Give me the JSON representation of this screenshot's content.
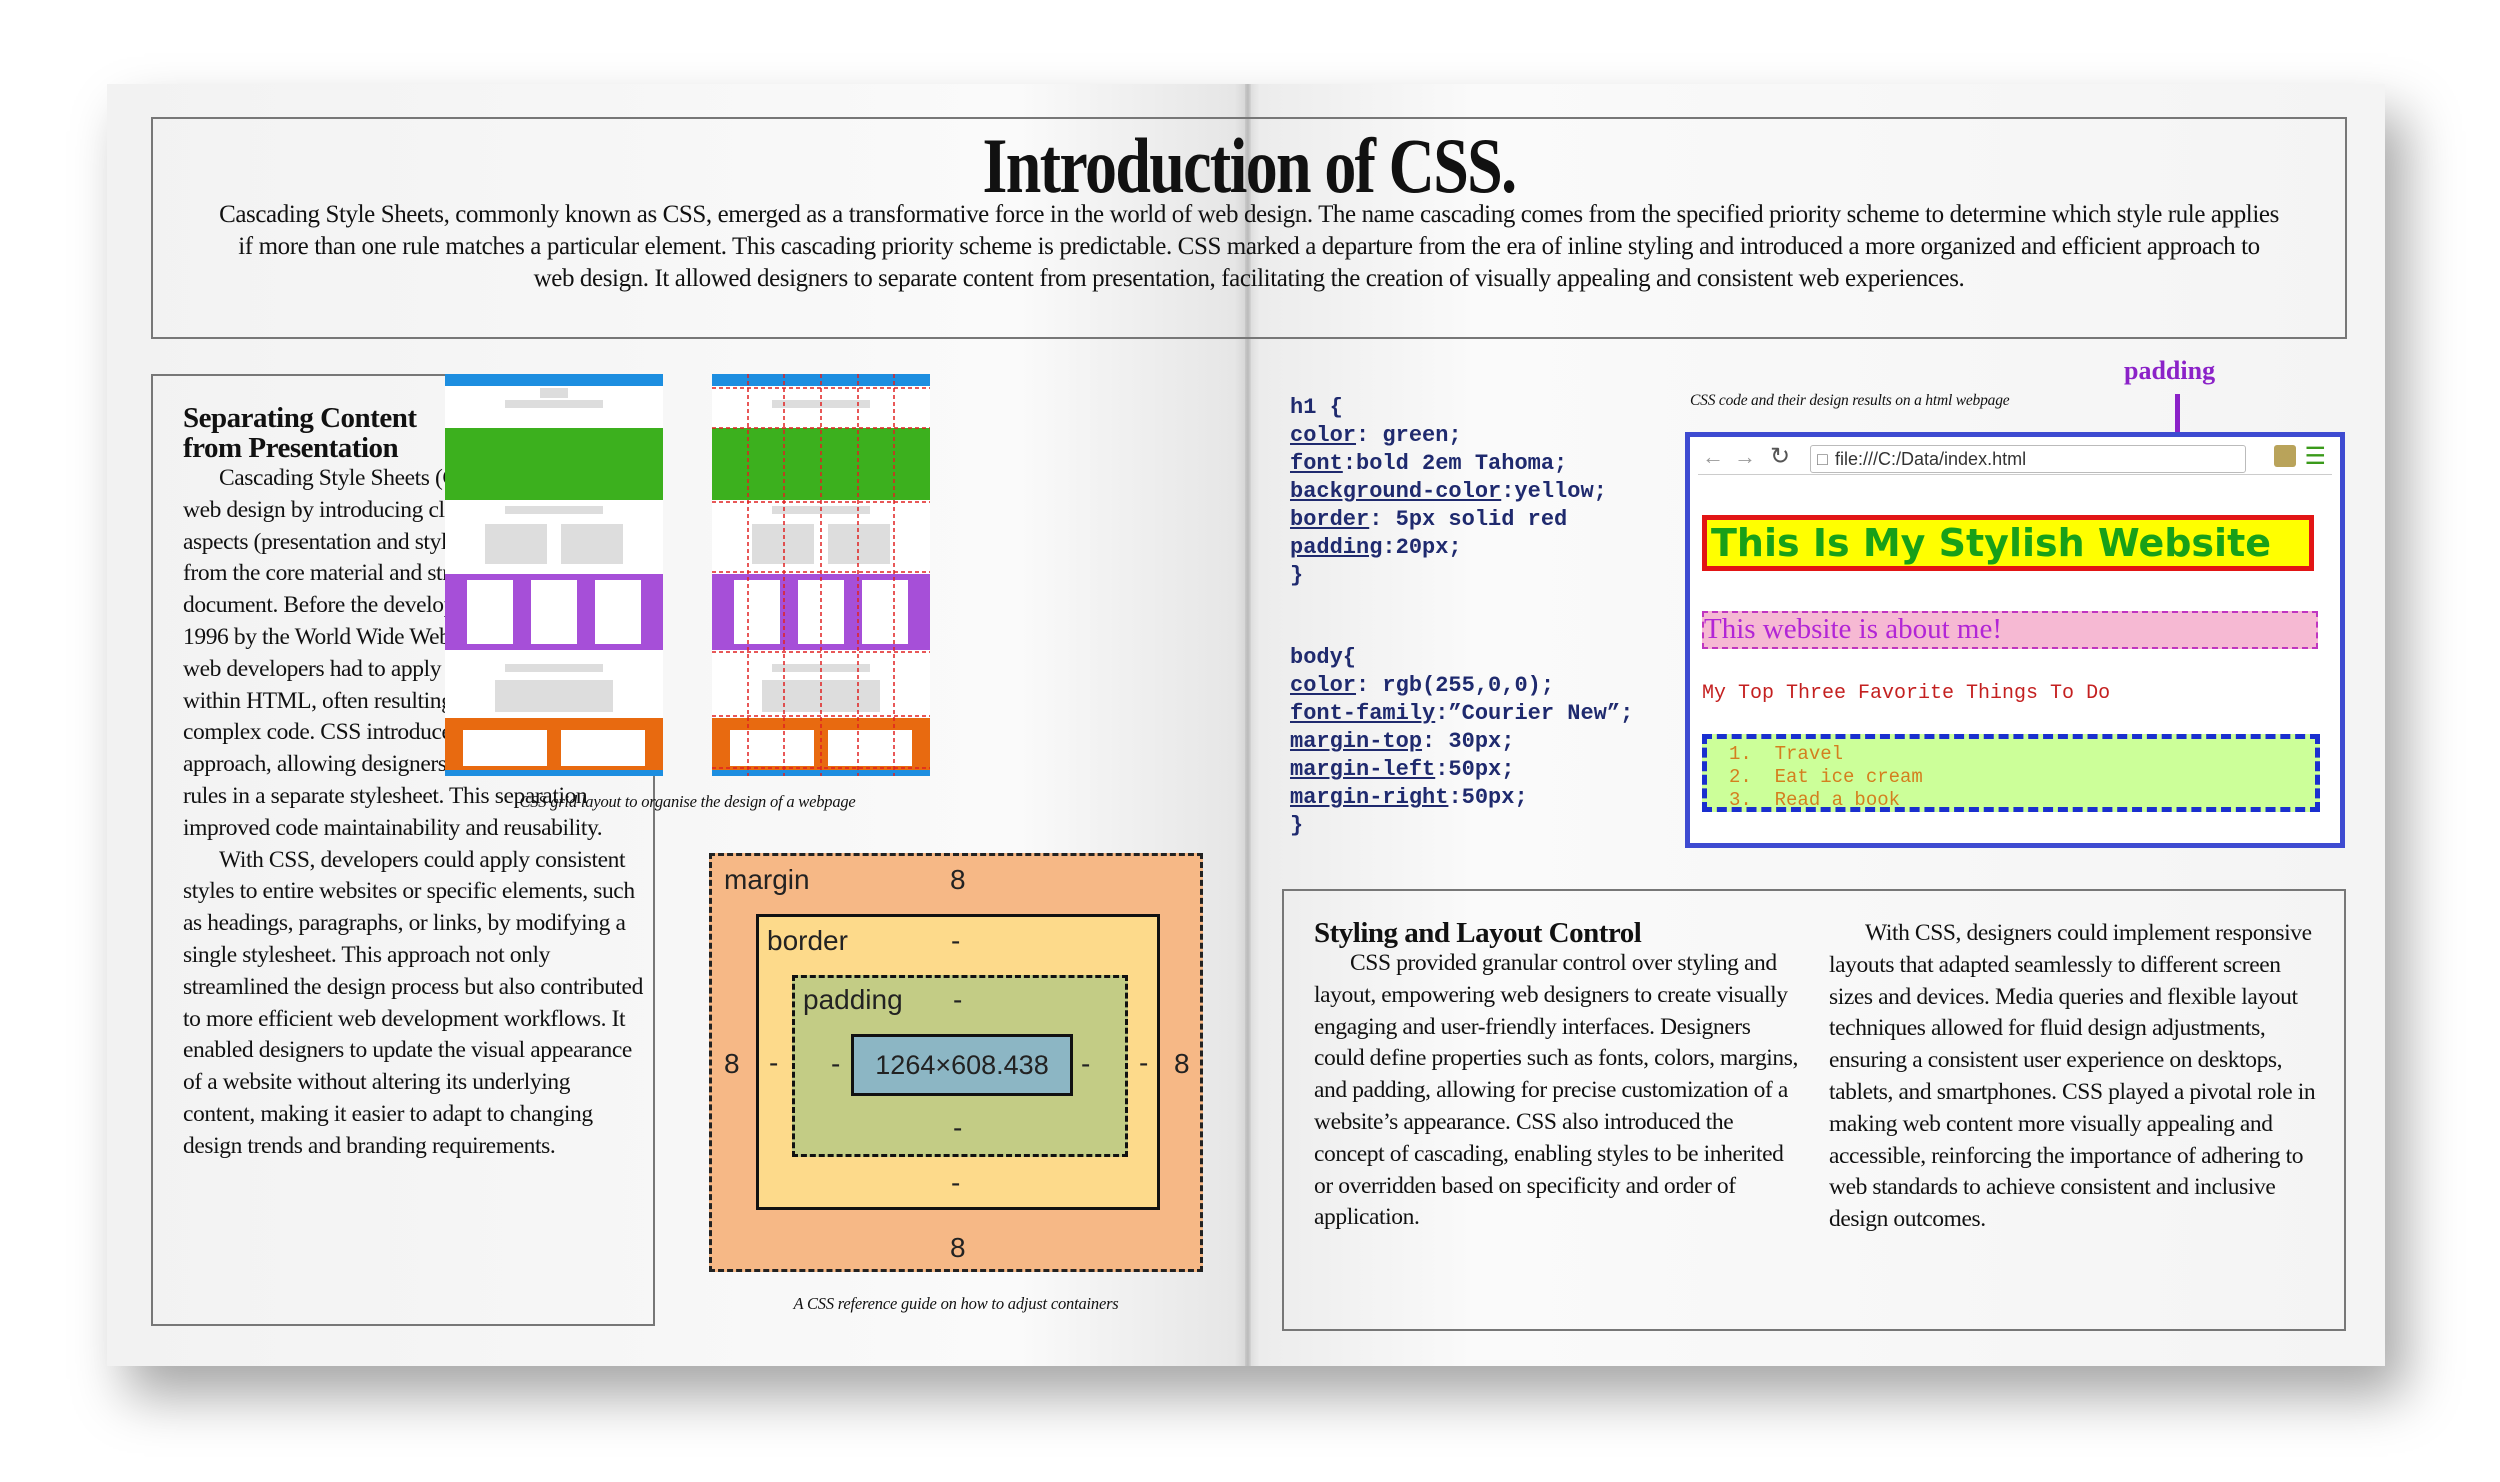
{
  "title": "Introduction of CSS.",
  "intro": "Cascading Style Sheets, commonly known as CSS, emerged as a transformative force in the world of web design. The name cascading comes from the specified priority scheme to determine which style rule applies if more than one rule matches a particular element. This cascading priority scheme is predictable. CSS marked a departure from the era of inline styling and introduced a more organized and efficient approach to web design. It allowed designers to separate content from presentation, facilitating the creation of visually appealing and consistent web experiences.",
  "left": {
    "heading_line1": "Separating Content",
    "heading_line2": "from Presentation",
    "p1": "Cascading Style Sheets (CSS) revolutionized web design by introducing clear, visual and design aspects (presentation and style) that are separated from the core material and structure (content) of a document. Before the development of CSS in 1996 by the World Wide Web Consortium (W3C), web developers had to apply styling directly within HTML, often resulting in cluttered and complex code. CSS introduced a more structured approach, allowing designers to define styling rules in a separate stylesheet. This separation improved code maintainability and reusability.",
    "p2": "With CSS, developers could apply consistent styles to entire websites or specific elements, such as headings, paragraphs, or links, by modifying a single stylesheet. This approach not only streamlined the design process but also contributed to more efficient web development workflows. It enabled designers to update the visual appearance of a website without altering its underlying content, making it easier to adapt to changing design trends and branding requirements."
  },
  "grid_caption": "CSS grid layout to organise the design of a webpage",
  "box_model": {
    "margin_label": "margin",
    "margin_top": "8",
    "margin_bottom": "8",
    "margin_left": "8",
    "margin_right": "8",
    "border_label": "border",
    "border_value": "-",
    "padding_label": "padding",
    "padding_value": "-",
    "content_size": "1264×608.438"
  },
  "box_caption": "A CSS reference guide on how to adjust containers",
  "code_h1": {
    "selector": "h1 {",
    "lines": [
      {
        "prop": "color",
        "val": ": green;"
      },
      {
        "prop": "font",
        "val": ":bold 2em Tahoma;"
      },
      {
        "prop": "background-color",
        "val": ":yellow;"
      },
      {
        "prop": "border",
        "val": ": 5px solid red"
      },
      {
        "prop": "padding",
        "val": ":20px;"
      }
    ],
    "close": "}"
  },
  "code_body": {
    "selector": "body{",
    "lines": [
      {
        "prop": "color",
        "val": ": rgb(255,0,0);"
      },
      {
        "prop": "font-family",
        "val": ":”Courier New”;"
      },
      {
        "prop": "margin-top",
        "val": ": 30px;"
      },
      {
        "prop": "margin-left",
        "val": ":50px;"
      },
      {
        "prop": "margin-right",
        "val": ":50px;"
      }
    ],
    "close": "}"
  },
  "browser_caption": "CSS code and their design results on a html webpage",
  "padding_label": "padding",
  "browser": {
    "url": "file:///C:/Data/index.html",
    "h1_text": "This Is My Stylish Website",
    "p_text": "This website is about me!",
    "todo_heading": "My Top Three Favorite Things To Do",
    "list": [
      "1.  Travel",
      "2.  Eat ice cream",
      "3.  Read a book"
    ]
  },
  "right": {
    "heading": "Styling and Layout Control",
    "p1": "CSS provided granular control over styling and layout, empowering web designers to create visually engaging and user-friendly interfaces. Designers could define properties such as fonts, colors, margins, and padding, allowing for precise customization of a website’s appearance. CSS also introduced the concept of cascading, enabling styles to be inherited or overridden based on specificity and order of application.",
    "p2": "With CSS, designers could implement responsive layouts that adapted seamlessly to different screen sizes and devices. Media queries and flexible layout techniques allowed for fluid design adjustments, ensuring a consistent user experience on desktops, tablets, and smartphones. CSS played a pivotal role in making web content more visually appealing and accessible, reinforcing the importance of adhering to web standards to achieve consistent and inclusive design outcomes."
  },
  "colors": {
    "wire_green": "#3cb01e",
    "wire_purple": "#a64fd8",
    "wire_orange": "#e86a10",
    "wire_blue": "#1d8ee0",
    "browser_border": "#3e4bd1",
    "padding_purple": "#8b22c8"
  }
}
